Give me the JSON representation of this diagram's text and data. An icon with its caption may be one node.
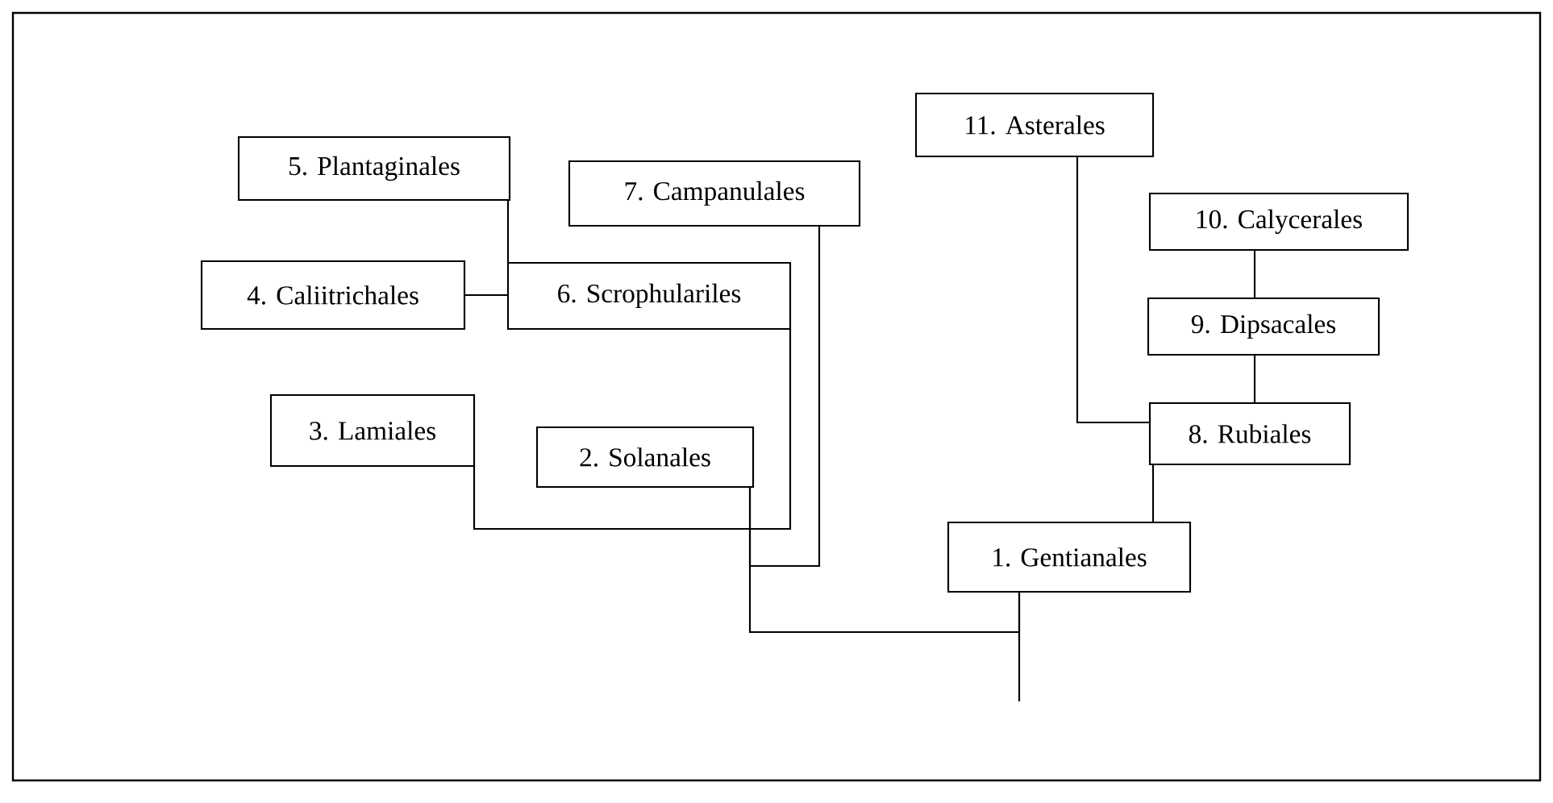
{
  "diagram": {
    "nodes": [
      {
        "text": [
          "1. Gentianales"
        ]
      },
      {
        "text": [
          "2. Solanales"
        ]
      },
      {
        "text": [
          "3. Lamiales"
        ]
      },
      {
        "text": [
          "4. Caliitrichales"
        ]
      },
      {
        "text": [
          "5. Plantaginales"
        ]
      },
      {
        "text": [
          "6. Scrophulariles"
        ]
      },
      {
        "text": [
          "7. Campanulales"
        ]
      },
      {
        "text": [
          "8. Rubiales"
        ]
      },
      {
        "text": [
          "9. Dipsacales"
        ]
      },
      {
        "text": [
          "10. Calycerales"
        ]
      },
      {
        "text": [
          "11. Asterales"
        ]
      }
    ],
    "edges": [
      {
        "from": 0,
        "to": null,
        "arrow": "none"
      },
      {
        "from": 0,
        "to": 1,
        "arrow": "none"
      },
      {
        "from": 6,
        "to": 1,
        "arrow": "none"
      },
      {
        "from": 2,
        "to": 5,
        "arrow": "none"
      },
      {
        "from": 3,
        "to": 5,
        "arrow": "none"
      },
      {
        "from": 4,
        "to": 5,
        "arrow": "none"
      },
      {
        "from": 7,
        "to": 0,
        "arrow": "none"
      },
      {
        "from": 8,
        "to": 7,
        "arrow": "none"
      },
      {
        "from": 9,
        "to": 8,
        "arrow": "none"
      },
      {
        "from": 10,
        "to": 7,
        "arrow": "none"
      }
    ]
  }
}
